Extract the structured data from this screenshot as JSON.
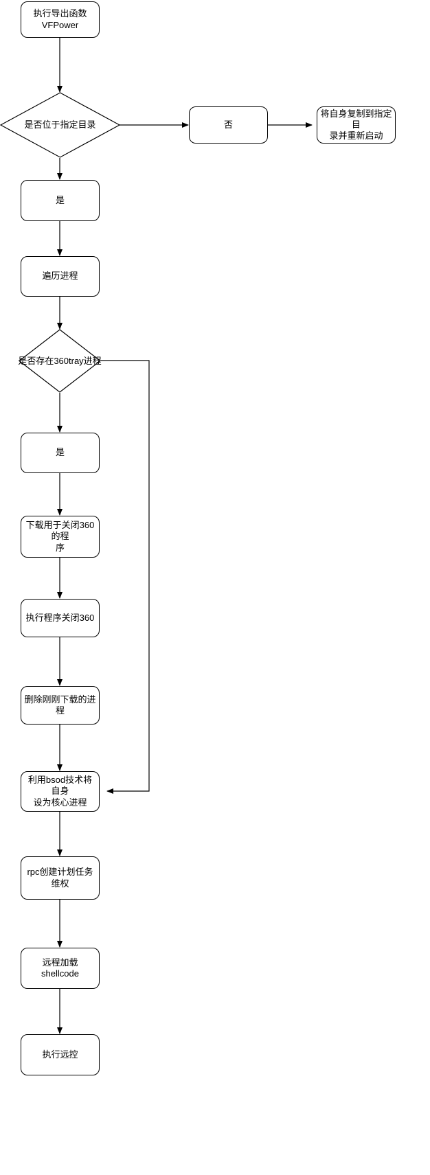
{
  "diagram": {
    "title": "VFPower 导出函数执行流程图",
    "stroke_color": "#000000",
    "fill_color": "#ffffff",
    "text_color": "#000000",
    "nodes": {
      "start": {
        "label": "执行导出函数\nVFPower",
        "type": "rounded-rect"
      },
      "decision_dir": {
        "label": "是否位于指定目录",
        "type": "diamond"
      },
      "no_dir": {
        "label": "否",
        "type": "rounded-rect"
      },
      "copy_restart": {
        "label": "将自身复制到指定目\n录并重新启动",
        "type": "rounded-rect"
      },
      "yes_dir": {
        "label": "是",
        "type": "rounded-rect"
      },
      "enum_proc": {
        "label": "遍历进程",
        "type": "rounded-rect"
      },
      "decision_360tray": {
        "label": "是否存在360tray进程",
        "type": "diamond"
      },
      "yes_360": {
        "label": "是",
        "type": "rounded-rect"
      },
      "download_killer": {
        "label": "下载用于关闭360的程\n序",
        "type": "rounded-rect"
      },
      "run_killer": {
        "label": "执行程序关闭360",
        "type": "rounded-rect"
      },
      "delete_downloaded": {
        "label": "删除刚刚下载的进程",
        "type": "rounded-rect"
      },
      "bsod_core": {
        "label": "利用bsod技术将自身\n设为核心进程",
        "type": "rounded-rect"
      },
      "rpc_task": {
        "label": "rpc创建计划任务维权",
        "type": "rounded-rect"
      },
      "load_shellcode": {
        "label": "远程加载shellcode",
        "type": "rounded-rect"
      },
      "run_rat": {
        "label": "执行远控",
        "type": "rounded-rect"
      }
    },
    "edges": [
      {
        "from": "start",
        "to": "decision_dir",
        "label": ""
      },
      {
        "from": "decision_dir",
        "to": "no_dir",
        "label": ""
      },
      {
        "from": "no_dir",
        "to": "copy_restart",
        "label": ""
      },
      {
        "from": "decision_dir",
        "to": "yes_dir",
        "label": ""
      },
      {
        "from": "yes_dir",
        "to": "enum_proc",
        "label": ""
      },
      {
        "from": "enum_proc",
        "to": "decision_360tray",
        "label": ""
      },
      {
        "from": "decision_360tray",
        "to": "yes_360",
        "label": ""
      },
      {
        "from": "decision_360tray",
        "to": "bsod_core",
        "label": ""
      },
      {
        "from": "yes_360",
        "to": "download_killer",
        "label": ""
      },
      {
        "from": "download_killer",
        "to": "run_killer",
        "label": ""
      },
      {
        "from": "run_killer",
        "to": "delete_downloaded",
        "label": ""
      },
      {
        "from": "delete_downloaded",
        "to": "bsod_core",
        "label": ""
      },
      {
        "from": "bsod_core",
        "to": "rpc_task",
        "label": ""
      },
      {
        "from": "rpc_task",
        "to": "load_shellcode",
        "label": ""
      },
      {
        "from": "load_shellcode",
        "to": "run_rat",
        "label": ""
      }
    ]
  }
}
